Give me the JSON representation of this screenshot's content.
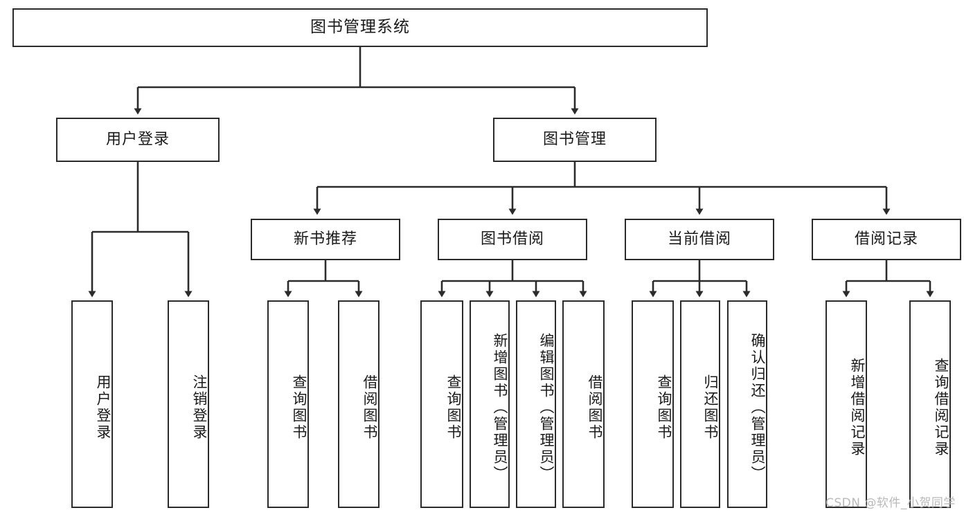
{
  "diagram": {
    "title": "图书管理系统",
    "watermark": "CSDN @软件_小贺同学",
    "stroke_color": "#2b2b2b",
    "fill_color": "#ffffff",
    "text_color": "#1a1a1a",
    "watermark_color": "#b9b9b9",
    "nodes": {
      "root": "图书管理系统",
      "user_login": "用户登录",
      "book_manage": "图书管理",
      "new_book_rec": "新书推荐",
      "book_borrow": "图书借阅",
      "current_borrow": "当前借阅",
      "borrow_record": "借阅记录",
      "leaf_user_login": "用户登录",
      "leaf_logout": "注销登录",
      "leaf_query_book_1": "查询图书",
      "leaf_borrow_book_1": "借阅图书",
      "leaf_query_book_2": "查询图书",
      "leaf_add_book_admin": "新增图书（管理员）",
      "leaf_edit_book_admin": "编辑图书（管理员）",
      "leaf_borrow_book_2": "借阅图书",
      "leaf_query_book_3": "查询图书",
      "leaf_return_book": "归还图书",
      "leaf_confirm_return_admin": "确认归还（管理员）",
      "leaf_add_record": "新增借阅记录",
      "leaf_query_record": "查询借阅记录"
    }
  }
}
